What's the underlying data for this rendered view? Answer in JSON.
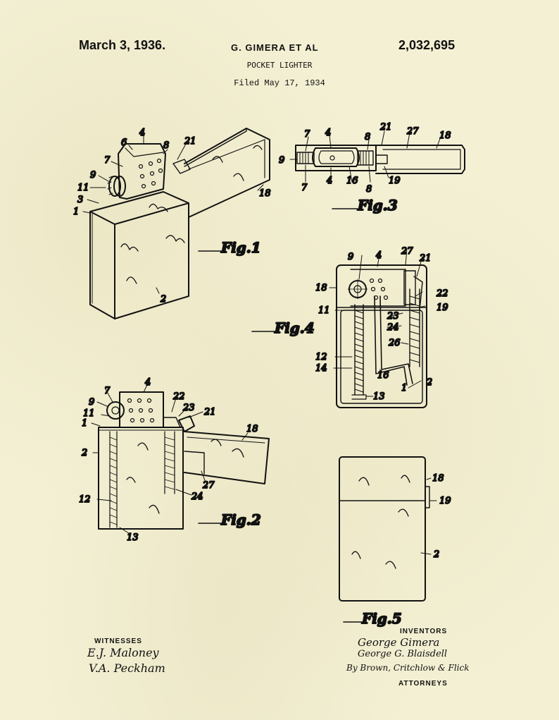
{
  "header": {
    "date": "March 3, 1936.",
    "inventor": "G. GIMERA ET AL",
    "patent_number": "2,032,695",
    "title": "POCKET LIGHTER",
    "filed": "Filed May 17, 1934"
  },
  "figures": {
    "fig1": "Fig.1",
    "fig2": "Fig.2",
    "fig3": "Fig.3",
    "fig4": "Fig.4",
    "fig5": "Fig.5"
  },
  "labels": {
    "l1": "1",
    "l2": "2",
    "l3": "3",
    "l4": "4",
    "l6": "6",
    "l7": "7",
    "l8": "8",
    "l9": "9",
    "l11": "11",
    "l12": "12",
    "l13": "13",
    "l14": "14",
    "l16": "16",
    "l18": "18",
    "l19": "19",
    "l21": "21",
    "l22": "22",
    "l23": "23",
    "l24": "24",
    "l26": "26",
    "l27": "27"
  },
  "footer": {
    "witnesses_label": "WITNESSES",
    "witness_1": "E.J. Maloney",
    "witness_2": "V.A. Peckham",
    "inventors_label": "INVENTORS",
    "inventor_1": "George Gimera",
    "inventor_2": "George G. Blaisdell",
    "attorneys_sig": "By Brown, Critchlow & Flick",
    "attorneys_label": "ATTORNEYS"
  }
}
